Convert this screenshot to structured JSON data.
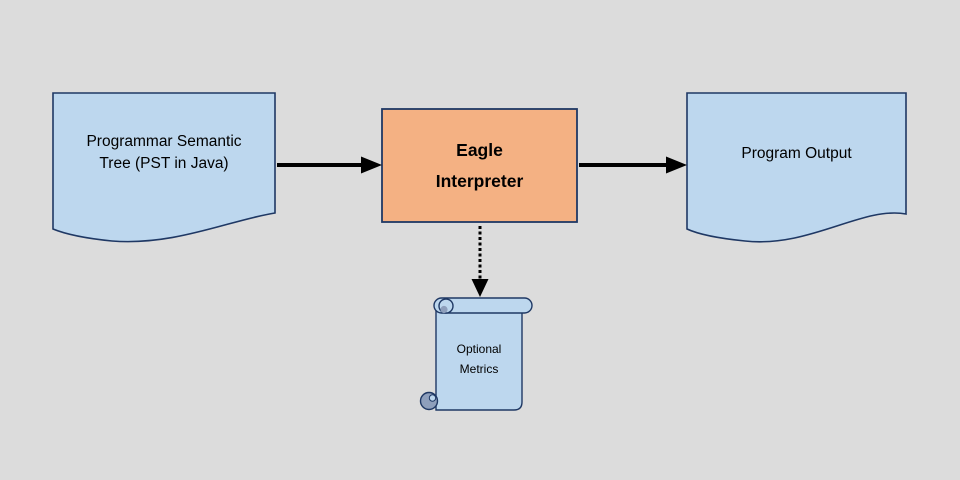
{
  "colors": {
    "background": "#dcdcdc",
    "document_fill": "#bdd7ee",
    "process_fill": "#f4b183",
    "scroll_fill": "#bdd7ee",
    "scroll_shadow": "#8e9fbc",
    "shape_stroke": "#1f3864",
    "arrow": "#000000",
    "text": "#000000"
  },
  "nodes": {
    "pst": {
      "shape": "document",
      "label": "Programmar Semantic Tree (PST in Java)"
    },
    "interpreter": {
      "shape": "process",
      "label": "Eagle Interpreter"
    },
    "output": {
      "shape": "document",
      "label": "Program Output"
    },
    "metrics": {
      "shape": "vertical-scroll",
      "label": "Optional Metrics"
    }
  },
  "edges": [
    {
      "from": "pst",
      "to": "interpreter",
      "style": "solid-arrow"
    },
    {
      "from": "interpreter",
      "to": "output",
      "style": "solid-arrow"
    },
    {
      "from": "interpreter",
      "to": "metrics",
      "style": "dotted-arrow"
    }
  ]
}
